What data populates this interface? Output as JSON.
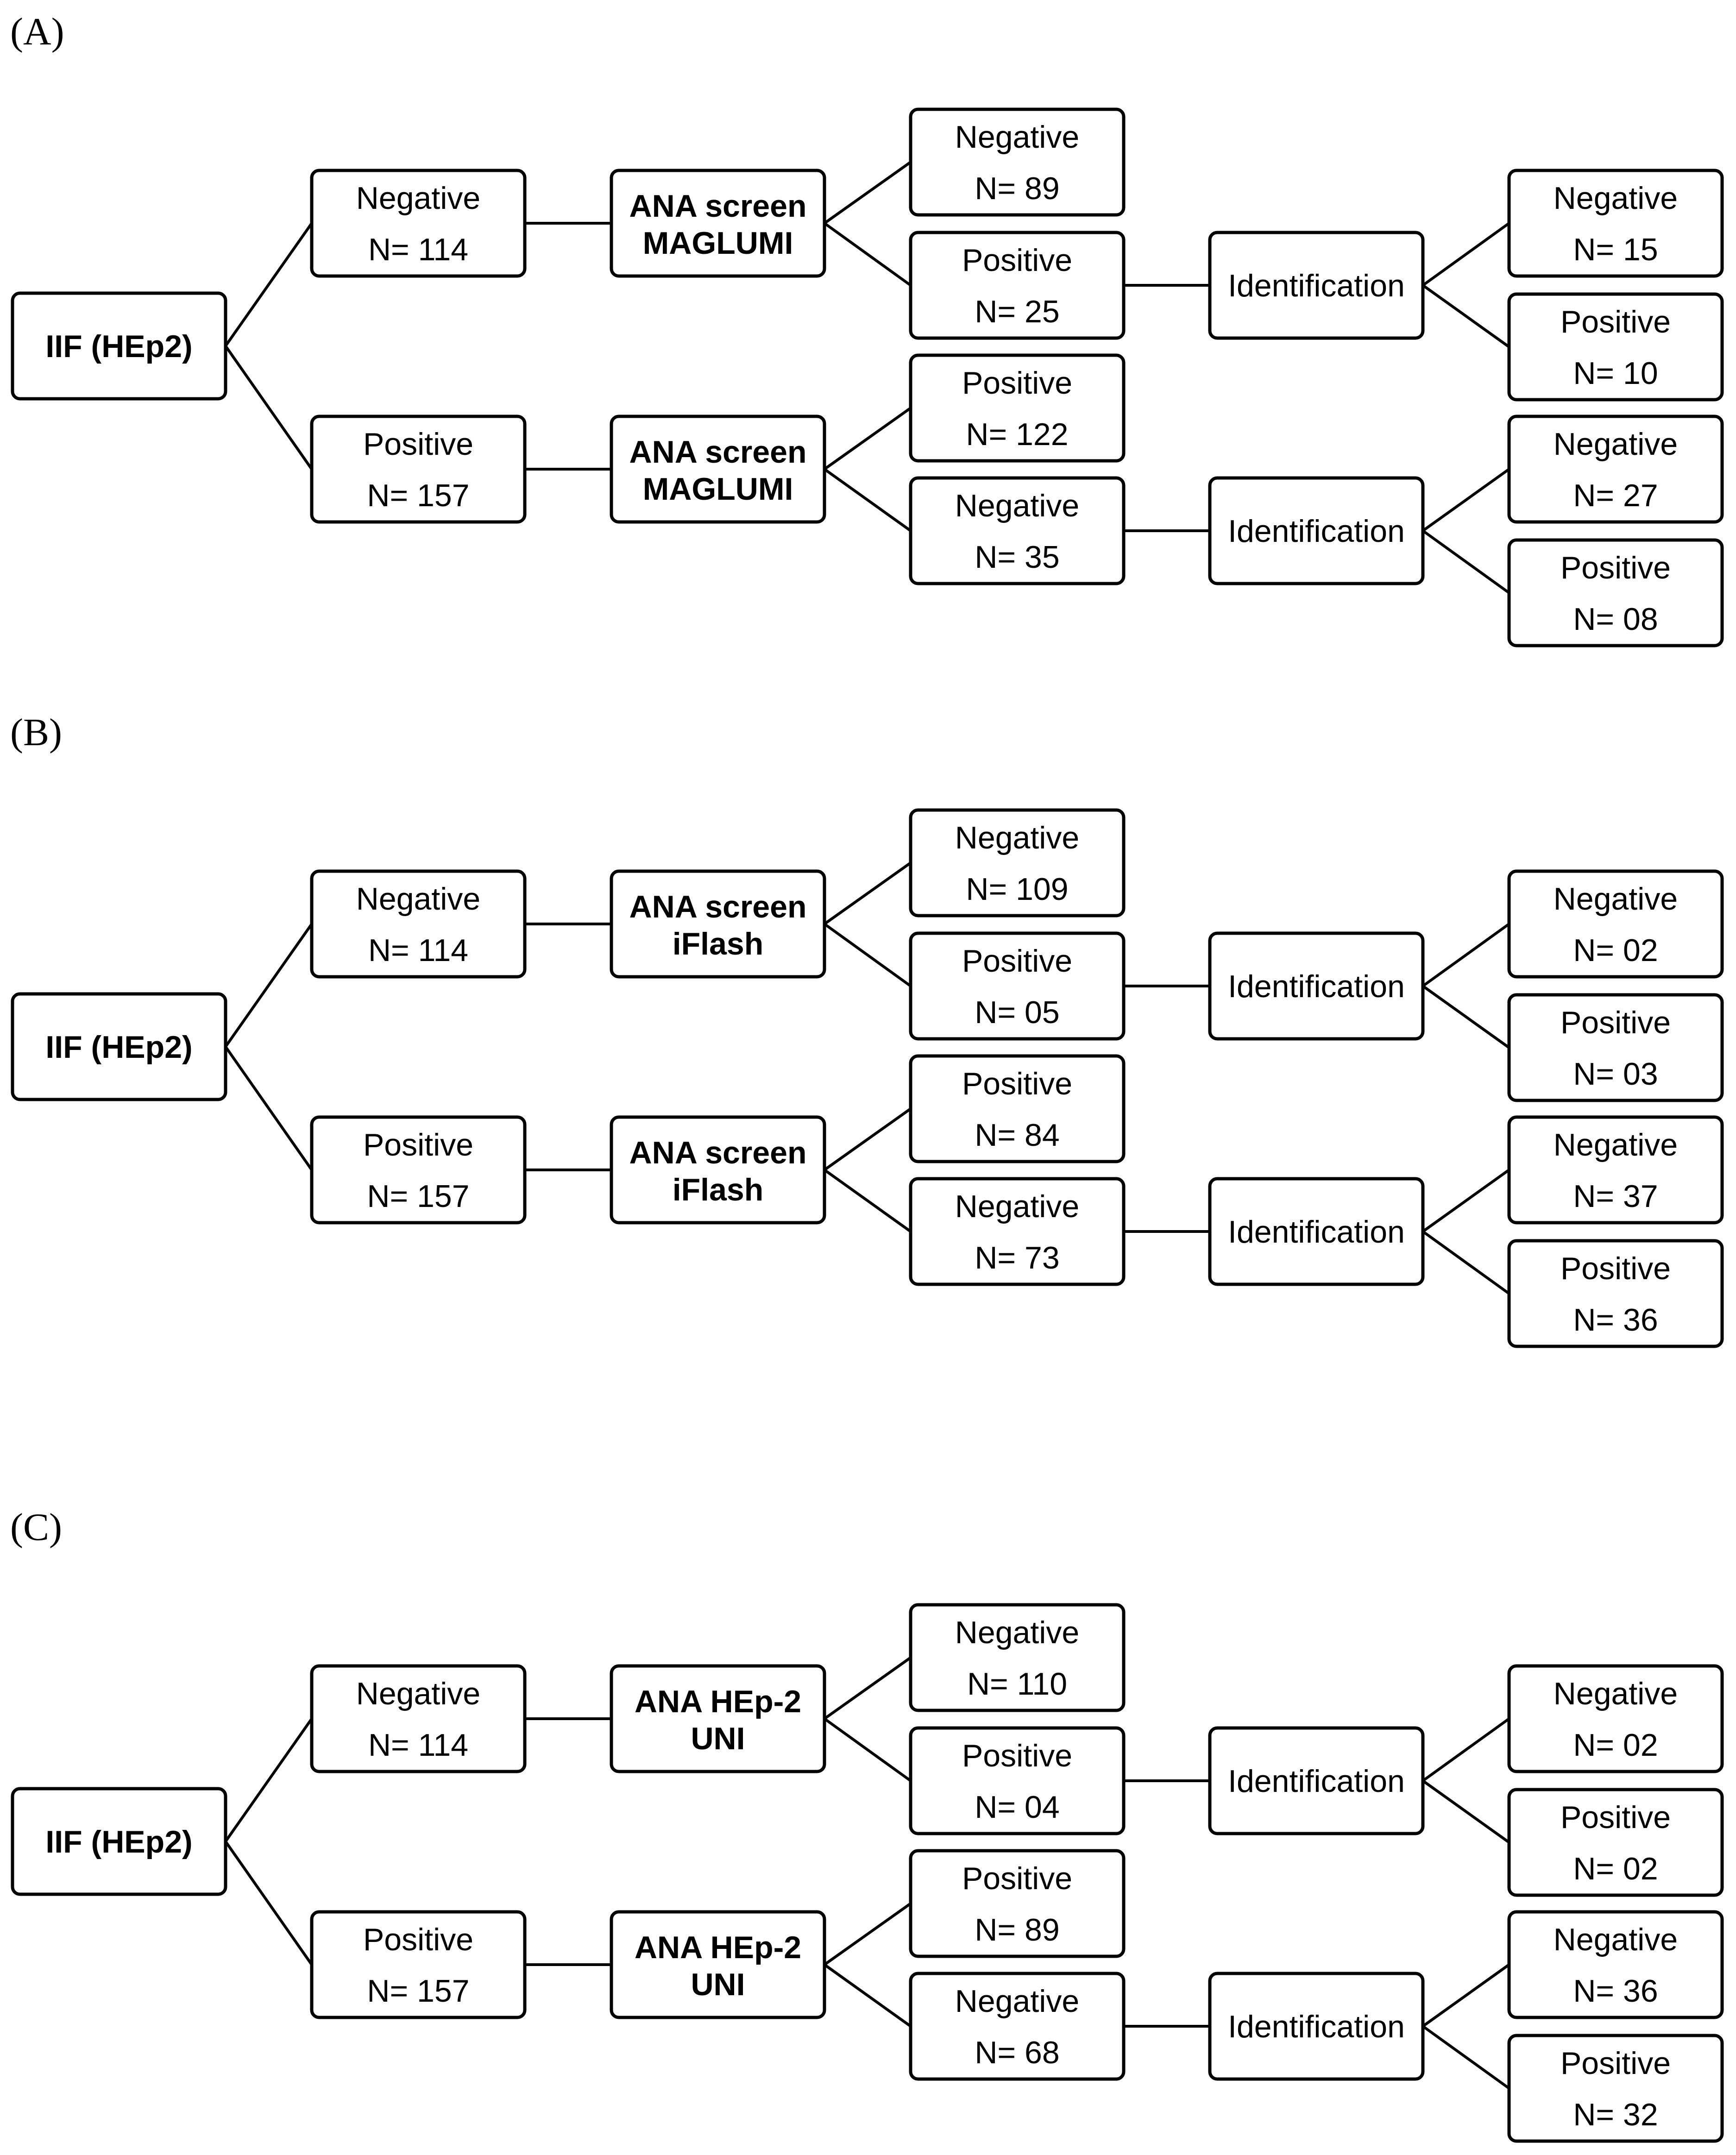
{
  "panels": [
    {
      "label": "(A)",
      "root": "IIF (HEp2)",
      "branches": [
        {
          "result": {
            "line1": "Negative",
            "line2": "N= 114"
          },
          "assay": {
            "line1": "ANA screen",
            "line2": "MAGLUMI"
          },
          "upper": {
            "line1": "Negative",
            "line2": "N= 89"
          },
          "lower": {
            "line1": "Positive",
            "line2": "N= 25"
          },
          "identification": "Identification",
          "id_upper": {
            "line1": "Negative",
            "line2": "N= 15"
          },
          "id_lower": {
            "line1": "Positive",
            "line2": "N= 10"
          }
        },
        {
          "result": {
            "line1": "Positive",
            "line2": "N= 157"
          },
          "assay": {
            "line1": "ANA screen",
            "line2": "MAGLUMI"
          },
          "upper": {
            "line1": "Positive",
            "line2": "N= 122"
          },
          "lower": {
            "line1": "Negative",
            "line2": "N= 35"
          },
          "identification": "Identification",
          "id_upper": {
            "line1": "Negative",
            "line2": "N= 27"
          },
          "id_lower": {
            "line1": "Positive",
            "line2": "N= 08"
          }
        }
      ]
    },
    {
      "label": "(B)",
      "root": "IIF (HEp2)",
      "branches": [
        {
          "result": {
            "line1": "Negative",
            "line2": "N= 114"
          },
          "assay": {
            "line1": "ANA screen",
            "line2": "iFlash"
          },
          "upper": {
            "line1": "Negative",
            "line2": "N= 109"
          },
          "lower": {
            "line1": "Positive",
            "line2": "N= 05"
          },
          "identification": "Identification",
          "id_upper": {
            "line1": "Negative",
            "line2": "N= 02"
          },
          "id_lower": {
            "line1": "Positive",
            "line2": "N= 03"
          }
        },
        {
          "result": {
            "line1": "Positive",
            "line2": "N= 157"
          },
          "assay": {
            "line1": "ANA screen",
            "line2": "iFlash"
          },
          "upper": {
            "line1": "Positive",
            "line2": "N= 84"
          },
          "lower": {
            "line1": "Negative",
            "line2": "N= 73"
          },
          "identification": "Identification",
          "id_upper": {
            "line1": "Negative",
            "line2": "N= 37"
          },
          "id_lower": {
            "line1": "Positive",
            "line2": "N= 36"
          }
        }
      ]
    },
    {
      "label": "(C)",
      "root": "IIF (HEp2)",
      "branches": [
        {
          "result": {
            "line1": "Negative",
            "line2": "N= 114"
          },
          "assay": {
            "line1": "ANA HEp-2",
            "line2": "UNI"
          },
          "upper": {
            "line1": "Negative",
            "line2": "N= 110"
          },
          "lower": {
            "line1": "Positive",
            "line2": "N= 04"
          },
          "identification": "Identification",
          "id_upper": {
            "line1": "Negative",
            "line2": "N= 02"
          },
          "id_lower": {
            "line1": "Positive",
            "line2": "N= 02"
          }
        },
        {
          "result": {
            "line1": "Positive",
            "line2": "N= 157"
          },
          "assay": {
            "line1": "ANA HEp-2",
            "line2": "UNI"
          },
          "upper": {
            "line1": "Positive",
            "line2": "N= 89"
          },
          "lower": {
            "line1": "Negative",
            "line2": "N= 68"
          },
          "identification": "Identification",
          "id_upper": {
            "line1": "Negative",
            "line2": "N= 36"
          },
          "id_lower": {
            "line1": "Positive",
            "line2": "N= 32"
          }
        }
      ]
    }
  ]
}
